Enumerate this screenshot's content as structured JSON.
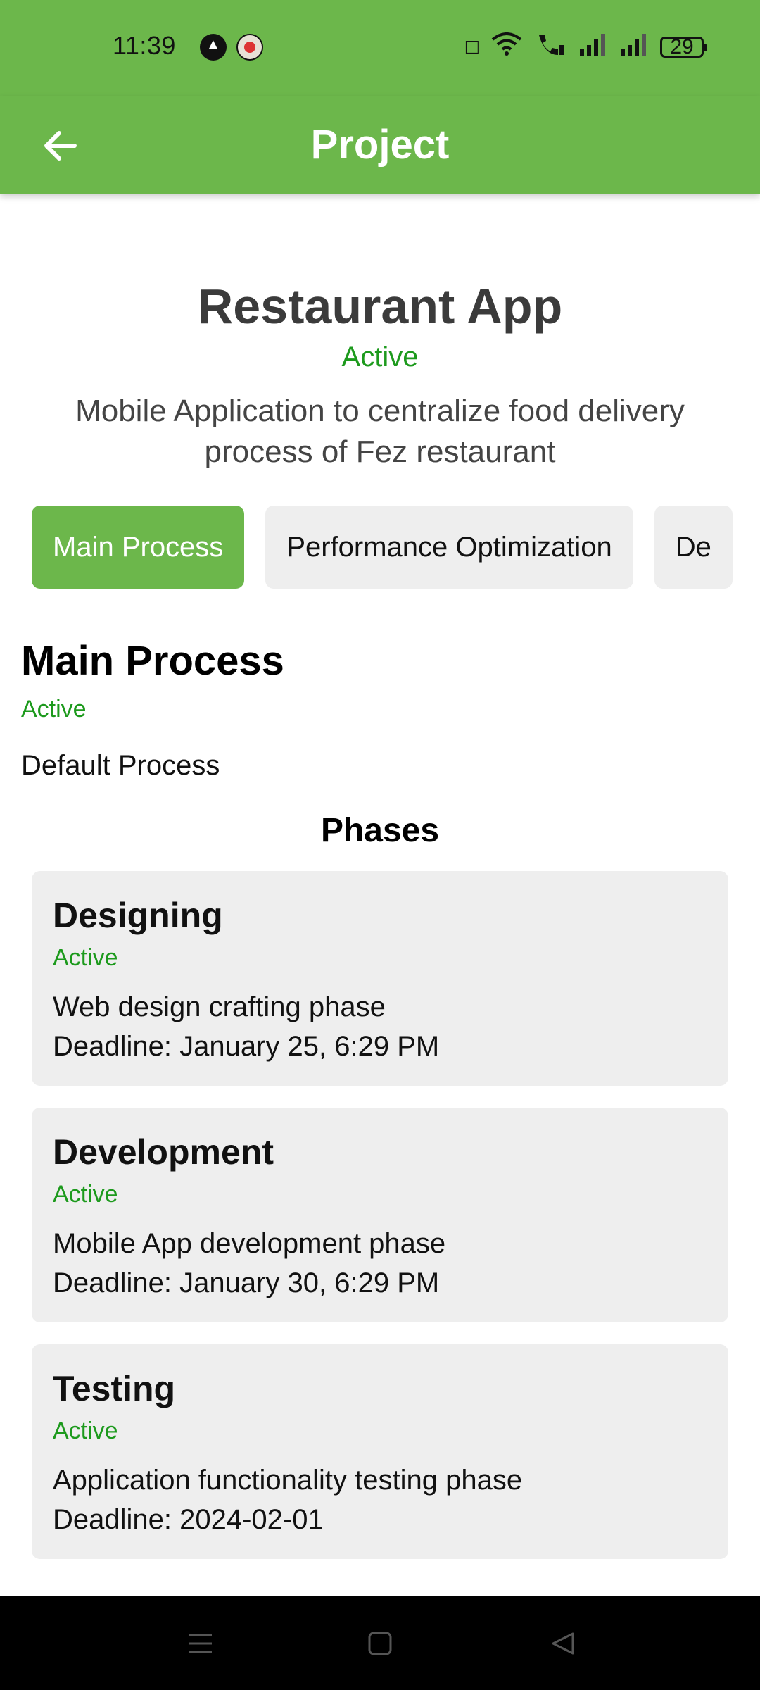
{
  "status_bar": {
    "time": "11:39",
    "battery": "29",
    "icons": [
      "notification-a-icon",
      "notification-eye-icon",
      "vibrate-icon",
      "wifi-icon",
      "wifi-call-icon",
      "signal-icon",
      "signal-icon",
      "battery-icon"
    ]
  },
  "appbar": {
    "title": "Project",
    "back_icon": "arrow-left-icon"
  },
  "project": {
    "title": "Restaurant App",
    "status": "Active",
    "description": "Mobile Application to centralize food delivery process of Fez restaurant"
  },
  "tabs": [
    {
      "label": "Main Process",
      "active": true
    },
    {
      "label": "Performance Optimization",
      "active": false
    },
    {
      "label": "De",
      "active": false
    }
  ],
  "process": {
    "title": "Main Process",
    "status": "Active",
    "description": "Default Process",
    "phases_heading": "Phases"
  },
  "phases": [
    {
      "name": "Designing",
      "status": "Active",
      "description": "Web design crafting phase",
      "deadline": "Deadline: January 25, 6:29 PM"
    },
    {
      "name": "Development",
      "status": "Active",
      "description": "Mobile App development phase",
      "deadline": "Deadline: January 30, 6:29 PM"
    },
    {
      "name": "Testing",
      "status": "Active",
      "description": "Application functionality testing phase",
      "deadline": "Deadline: 2024-02-01"
    }
  ],
  "colors": {
    "primary": "#6cb74b",
    "active_status": "#1d9a1d",
    "card_bg": "#eeeeee"
  }
}
